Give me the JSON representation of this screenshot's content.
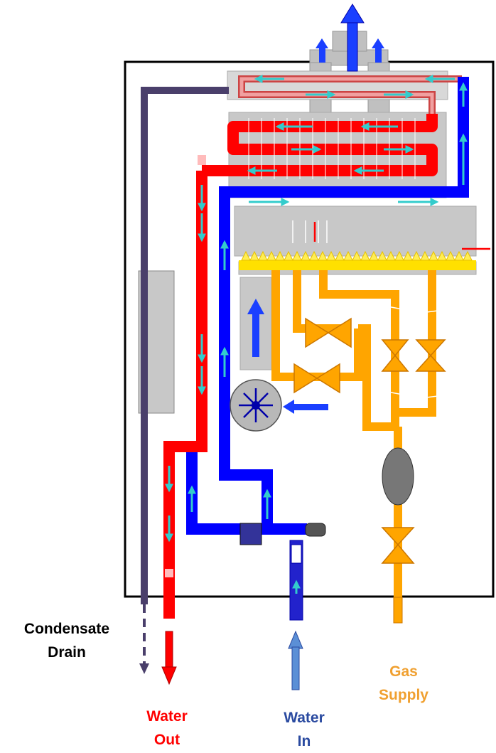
{
  "labels": {
    "condensate": {
      "line1": "Condensate",
      "line2": "Drain"
    },
    "water_out": {
      "line1": "Water",
      "line2": "Out"
    },
    "water_in": {
      "line1": "Water",
      "line2": "In"
    },
    "gas": {
      "line1": "Gas",
      "line2": "Supply"
    }
  },
  "colors": {
    "hot_water": "#ff0000",
    "cold_water": "#0000ff",
    "gas": "#ffa500",
    "condensate": "#4a3f6b",
    "housing": "#c8c8c8",
    "flow_arrow": "#33cccc",
    "flame": "#ffee33",
    "label_black": "#000000",
    "label_red": "#ff0000",
    "label_blue": "#2a4aa0",
    "label_orange": "#f0a030"
  },
  "icons": [
    "fan-icon",
    "valve-icon",
    "pump-icon",
    "flame-icon",
    "flow-arrow-icon",
    "exhaust-arrow-icon"
  ]
}
